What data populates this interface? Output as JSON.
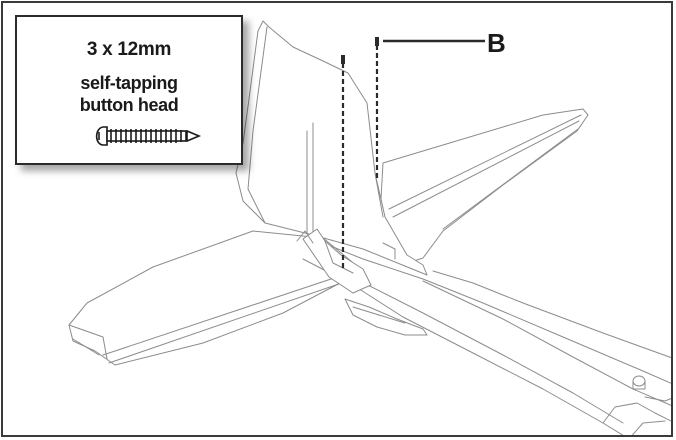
{
  "callout": {
    "size": "3 x 12mm",
    "type_line1": "self-tapping",
    "type_line2": "button head",
    "icon": "screw-icon"
  },
  "labels": {
    "b": "B"
  },
  "colors": {
    "line": "#2b2b2b",
    "outline": "#8a8a8a",
    "shadow": "#555555"
  }
}
